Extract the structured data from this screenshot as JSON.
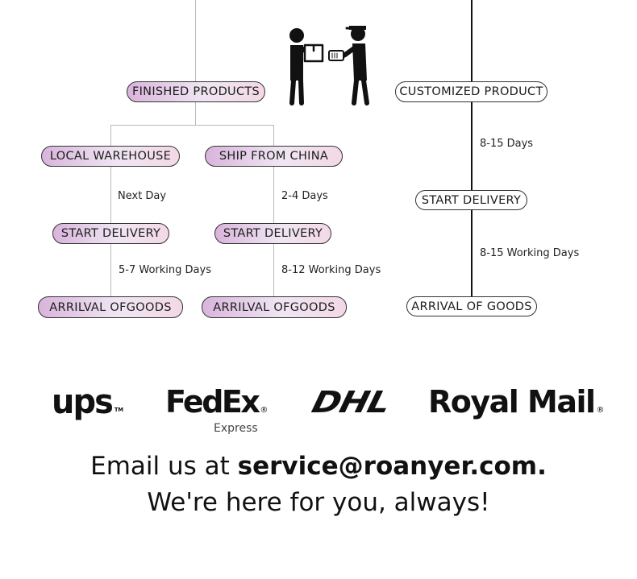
{
  "flow": {
    "finished_products": "FINISHED PRODUCTS",
    "customized_product": "CUSTOMIZED PRODUCT",
    "local_warehouse": {
      "title": "LOCAL WAREHOUSE",
      "step1": "Next Day",
      "mid": "START DELIVERY",
      "step2": "5-7 Working Days",
      "end": "ARRILVAL OFGOODS"
    },
    "ship_from_china": {
      "title": "SHIP FROM CHINA",
      "step1": "2-4 Days",
      "mid": "START DELIVERY",
      "step2": "8-12 Working Days",
      "end": "ARRILVAL OFGOODS"
    },
    "customized": {
      "step1": "8-15 Days",
      "mid": "START DELIVERY",
      "step2": "8-15 Working Days",
      "end": "ARRIVAL OF GOODS"
    }
  },
  "carriers": {
    "ups": "ups",
    "ups_tm": "TM",
    "fedex_fed": "Fed",
    "fedex_ex": "Ex",
    "fedex_sub": "Express",
    "dhl": "DHL",
    "royal_mail": "Royal Mail",
    "registered": "®"
  },
  "contact": {
    "prefix": "Email us at ",
    "email": "service@roanyer.com.",
    "tagline": "We're here for you, always!"
  }
}
